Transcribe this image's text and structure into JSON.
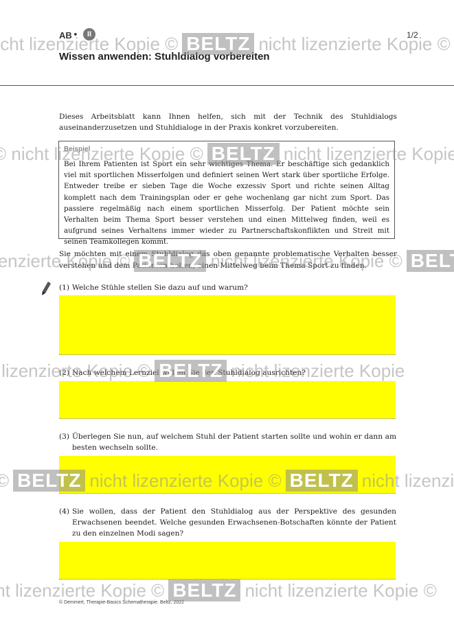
{
  "header": {
    "ab_label": "AB",
    "dot": "•",
    "section_badge": "II",
    "page_number": "1/2",
    "title": "Wissen anwenden: Stuhldialog vorbereiten"
  },
  "intro": "Dieses Arbeitsblatt kann Ihnen helfen, sich mit der Technik des Stuhldialogs auseinanderzusetzen und Stuhldialoge in der Praxis konkret vorzubereiten.",
  "example": {
    "heading": "Beispiel",
    "text": "Bei Ihrem Patienten ist Sport ein sehr wichtiges Thema. Er beschäftige sich gedanklich viel mit sportlichen Misserfolgen und definiert seinen Wert stark über sportliche Erfolge. Entweder treibe er sieben Tage die Woche exzessiv Sport und richte seinen Alltag komplett nach dem Trainingsplan oder er gehe wochenlang gar nicht zum Sport. Das passiere regelmäßig nach einem sportlichen Misserfolg. Der Patient möchte sein Verhalten beim Thema Sport besser verstehen und einen Mittelweg finden, weil es aufgrund seines Verhaltens immer wieder zu Partnerschaftskonflikten und Streit mit seinen Teamkollegen kommt."
  },
  "task_intro": "Sie möchten mit einem Stuhldialog das oben genannte problematische Verhalten besser verstehen und dem Patienten helfen, einen Mittelweg beim Thema Sport zu finden.",
  "questions": [
    {
      "number": "(1)",
      "text": "Welche Stühle stellen Sie dazu auf und warum?"
    },
    {
      "number": "(2)",
      "text": "Nach welchem Lernziel wollen Sie den Stuhldialog ausrichten?"
    },
    {
      "number": "(3)",
      "text": "Überlegen Sie nun, auf welchem Stuhl der Patient starten sollte und wohin er dann am besten wechseln sollte."
    },
    {
      "number": "(4)",
      "text": "Sie wollen, dass der Patient den Stuhldialog aus der Perspektive des gesunden Erwachsenen beendet. Welche gesunden Erwachsenen-Botschaften könnte der Patient zu den einzelnen Modi sagen?"
    }
  ],
  "footer": "© Demmert, Therapie-Basics Schematherapie. Beltz, 2022",
  "watermark": {
    "text": "nicht lizenzierte Kopie",
    "brand": "BELTZ",
    "copyright": "©"
  },
  "colors": {
    "answer_fill": "#ffff00",
    "watermark_gray": "#969696"
  }
}
